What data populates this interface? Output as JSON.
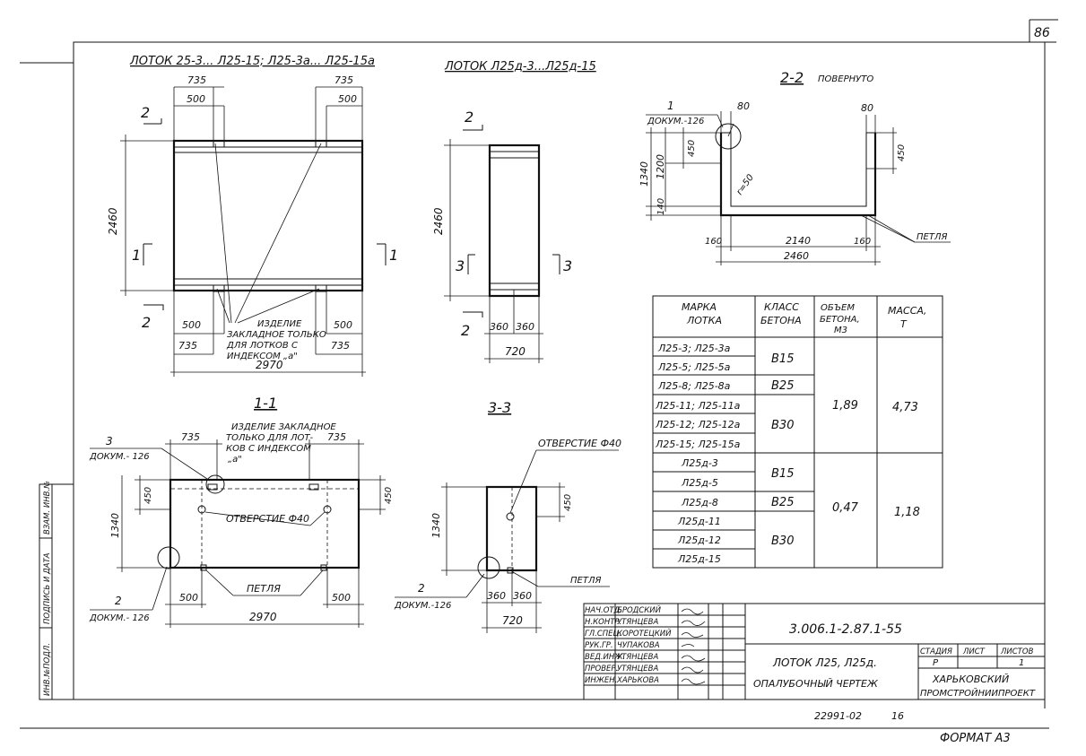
{
  "sheet_number": "86",
  "views": {
    "main_title": "ЛОТОК 25-3... Л25-15; Л25-3а... Л25-15а",
    "small_title": "ЛОТОК Л25д-3...Л25д-15",
    "section22_title": "2-2",
    "section22_suffix": "ПОВЕРНУТО",
    "section11_title": "1-1",
    "section33_title": "3-3"
  },
  "main_view": {
    "cut2": "2",
    "cut1": "1",
    "dim_735": "735",
    "dim_500": "500",
    "dim_2460": "2460",
    "dim_2970": "2970",
    "note": [
      "ИЗДЕЛИЕ",
      "ЗАКЛАДНОЕ ТОЛЬКО",
      "ДЛЯ ЛОТКОВ С",
      "ИНДЕКСОМ „а\""
    ]
  },
  "small_view": {
    "cut2": "2",
    "cut3": "3",
    "dim_2460": "2460",
    "dim_360a": "360",
    "dim_360b": "360",
    "dim_720": "720"
  },
  "section22": {
    "callout_num": "1",
    "callout_doc": "ДОКУМ.-126",
    "dim_80": "80",
    "dim_450": "450",
    "dim_1200": "1200",
    "dim_1340": "1340",
    "dim_140": "140",
    "dim_160": "160",
    "dim_2140": "2140",
    "dim_2460": "2460",
    "r50": "r=50",
    "loop": "ПЕТЛЯ"
  },
  "section11": {
    "note": [
      "ИЗДЕЛИЕ ЗАКЛАДНОЕ",
      "ТОЛЬКО ДЛЯ ЛОТ-",
      "КОВ С ИНДЕКСОМ",
      "„а\""
    ],
    "callout3_num": "3",
    "callout3_doc": "ДОКУМ.- 126",
    "callout2_num": "2",
    "callout2_doc": "ДОКУМ.- 126",
    "dim_735": "735",
    "dim_450": "450",
    "dim_1340": "1340",
    "dim_500": "500",
    "dim_2970": "2970",
    "hole": "ОТВЕРСТИЕ Ф40",
    "loop": "ПЕТЛЯ"
  },
  "section33": {
    "hole": "ОТВЕРСТИЕ Ф40",
    "dim_450": "450",
    "dim_1340": "1340",
    "dim_360a": "360",
    "dim_360b": "360",
    "dim_720": "720",
    "callout2_num": "2",
    "callout2_doc": "ДОКУМ.-126",
    "loop": "ПЕТЛЯ"
  },
  "spec_table": {
    "headers": [
      [
        "МАРКА",
        "ЛОТКА"
      ],
      [
        "КЛАСС",
        "БЕТОНА"
      ],
      [
        "ОБЪЕМ",
        "БЕТОНА,",
        "М3"
      ],
      [
        "МАССА,",
        "Т"
      ]
    ],
    "marks": [
      "Л25-3; Л25-3а",
      "Л25-5; Л25-5а",
      "Л25-8; Л25-8а",
      "Л25-11; Л25-11а",
      "Л25-12; Л25-12а",
      "Л25-15; Л25-15а",
      "Л25д-3",
      "Л25д-5",
      "Л25д-8",
      "Л25д-11",
      "Л25д-12",
      "Л25д-15"
    ],
    "classes": [
      "В15",
      "В25",
      "В30",
      "В15",
      "В25",
      "В30"
    ],
    "volumes": [
      "1,89",
      "0,47"
    ],
    "masses": [
      "4,73",
      "1,18"
    ]
  },
  "side_stamp": {
    "labels": [
      "ИНВ.№ПОДЛ.",
      "ПОДПИСЬ И ДАТА",
      "ВЗАМ. ИНВ.№"
    ]
  },
  "title_block": {
    "roles": [
      "НАЧ.ОТД.",
      "Н.КОНТР.",
      "ГЛ.СПЕЦ.",
      "РУК.ГР.",
      "ВЕД.ИНЖ.",
      "ПРОВЕР.",
      "ИНЖЕН."
    ],
    "names": [
      "БРОДСКИЙ",
      "УТЯНЦЕВА",
      "КОРОТЕЦКИЙ",
      "ЧУПАКОВА",
      "УТЯНЦЕВА",
      "УТЯНЦЕВА",
      "ХАРЬКОВА"
    ],
    "code": "3.006.1-2.87.1-55",
    "description_line1": "ЛОТОК Л25, Л25д.",
    "description_line2": "ОПАЛУБОЧНЫЙ ЧЕРТЕЖ",
    "stage_label": "СТАДИЯ",
    "sheet_label": "ЛИСТ",
    "sheets_label": "ЛИСТОВ",
    "stage_value": "Р",
    "sheet_value": "1",
    "org_line1": "ХАРЬКОВСКИЙ",
    "org_line2": "ПРОМСТРОЙНИИПРОЕКТ"
  },
  "footer": {
    "inventory": "22991-02",
    "page": "16",
    "format": "ФОРМАТ А3"
  }
}
